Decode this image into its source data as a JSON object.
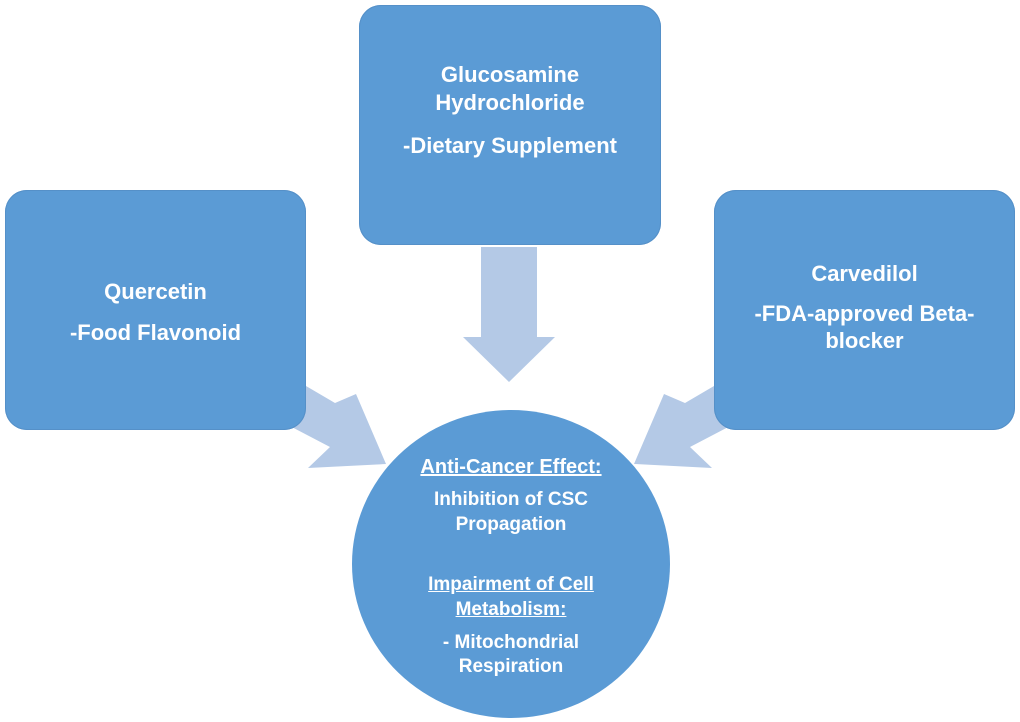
{
  "nodes": {
    "top": {
      "line1": "Glucosamine",
      "line2": "Hydrochloride",
      "line3": "-Dietary Supplement"
    },
    "left": {
      "line1": "Quercetin",
      "line2": "-Food Flavonoid"
    },
    "right": {
      "line1": "Carvedilol",
      "line2": "-FDA-approved Beta-",
      "line3": "blocker"
    }
  },
  "center": {
    "heading1": "Anti-Cancer Effect:",
    "text1_line1": "Inhibition of CSC",
    "text1_line2": "Propagation",
    "heading2_line1": "Impairment of Cell",
    "heading2_line2": "Metabolism:",
    "text2_line1": "- Mitochondrial",
    "text2_line2": "Respiration"
  },
  "colors": {
    "box_fill": "#5b9bd5",
    "arrow_fill": "#b4c9e6",
    "text": "#ffffff"
  }
}
